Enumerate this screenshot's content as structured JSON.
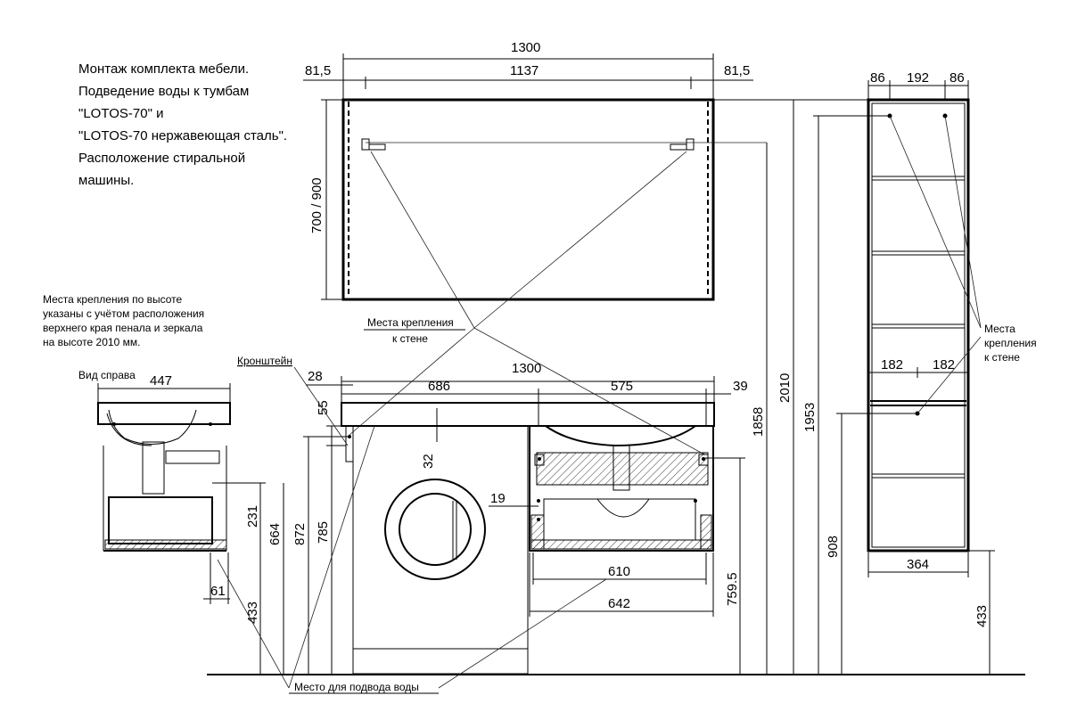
{
  "title_lines": [
    "Монтаж комплекта мебели.",
    "Подведение воды к тумбам",
    "\"LOTOS-70\"   и",
    "\"LOTOS-70 нержавеющая сталь\".",
    "Расположение стиральной",
    "машины."
  ],
  "height_note_lines": [
    "Места крепления по высоте",
    "указаны с учётом расположения",
    "верхнего края пенала и зеркала",
    "на высоте 2010 мм."
  ],
  "labels": {
    "side_view": "Вид  справа",
    "bracket": "Кронштейн",
    "mounts_wall_1": "Места крепления",
    "mounts_wall_2": "к стене",
    "mounts_right_1": "Места",
    "mounts_right_2": "крепления",
    "mounts_right_3": "к стене",
    "water_supply": "Место для подвода воды"
  },
  "dims": {
    "mirror_width": "1300",
    "mirror_inner": "1137",
    "mirror_left": "81,5",
    "mirror_right": "81,5",
    "mirror_height": "700 / 900",
    "cabinet_w1": "86",
    "cabinet_w2": "192",
    "cabinet_w3": "86",
    "cabinet_half1": "182",
    "cabinet_half2": "182",
    "cabinet_depth": "364",
    "cabinet_h1": "1953",
    "cabinet_h2": "908",
    "cabinet_h3": "433",
    "overall_h": "2010",
    "h_1858": "1858",
    "base_width": "1300",
    "base_686": "686",
    "base_575": "575",
    "base_28": "28",
    "base_39": "39",
    "base_55": "55",
    "base_32": "32",
    "base_19": "19",
    "base_610": "610",
    "base_642": "642",
    "base_759": "759.5",
    "base_785": "785",
    "base_872": "872",
    "side_447": "447",
    "side_231": "231",
    "side_664": "664",
    "side_61": "61",
    "side_433": "433"
  }
}
